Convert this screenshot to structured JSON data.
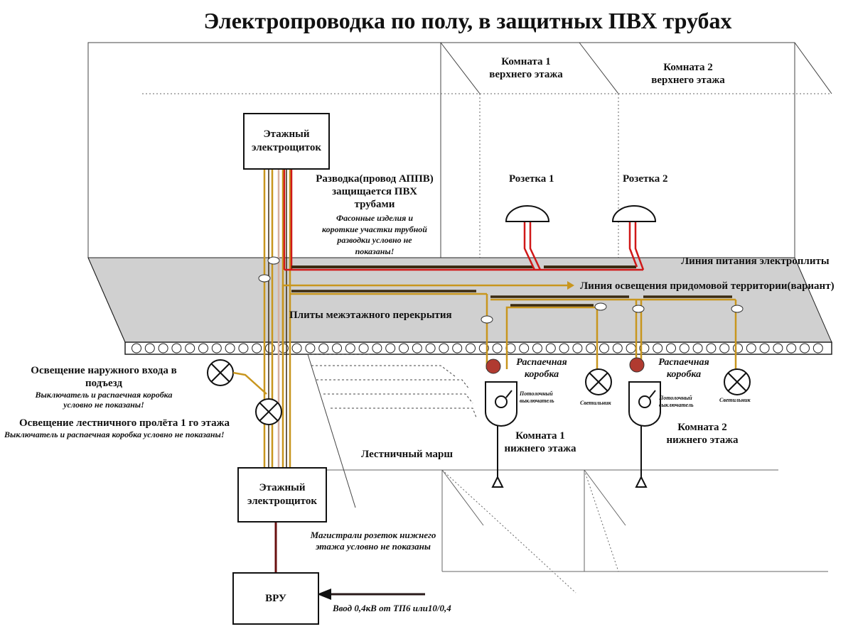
{
  "title": "Электропроводка по полу, в защитных ПВХ трубах",
  "rooms": {
    "upper1": [
      "Комната 1",
      "верхнего этажа"
    ],
    "upper2": [
      "Комната 2",
      "верхнего этажа"
    ],
    "lower1": [
      "Комната 1",
      "нижнего этажа"
    ],
    "lower2": [
      "Комната 2",
      "нижнего этажа"
    ]
  },
  "panels": {
    "upper": [
      "Этажный",
      "электрощиток"
    ],
    "lower": [
      "Этажный",
      "электрощиток"
    ],
    "vru": "ВРУ"
  },
  "sockets": {
    "s1": "Розетка 1",
    "s2": "Розетка 2"
  },
  "wiring_note": [
    "Разводка(провод АППВ)",
    "защищается ПВХ",
    "трубами"
  ],
  "fittings_note": [
    "Фасонные изделия и",
    "короткие участки трубной",
    "разводки условно не",
    "показаны!"
  ],
  "lines": {
    "stove": "Линия питания электроплиты",
    "yard": "Линия освещения придомовой территории(вариант)"
  },
  "slab": "Плиты межэтажного перекрытия",
  "junction": {
    "a": [
      "Распаечная",
      "коробка"
    ],
    "b": [
      "Распаечная",
      "коробка"
    ]
  },
  "switch_label": [
    "Потолочный",
    "выключатель"
  ],
  "lamp_label": "Светильник",
  "outdoor": {
    "title": [
      "Освещение наружного входа в",
      "подъезд"
    ],
    "note": [
      "Выключатель и распаечная коробка",
      "условно не показаны!"
    ]
  },
  "stair_light": {
    "title": "Освещение лестничного пролёта 1 го этажа",
    "note": "Выключатель и распаечная коробка условно не показаны!"
  },
  "staircase": "Лестничный марш",
  "mains_note": [
    "Магистрали розеток нижнего",
    "этажа условно не показаны"
  ],
  "input": "Ввод 0,4кВ от ТП6 или10/0,4",
  "colors": {
    "phase": "#d01818",
    "light": "#c8961e",
    "pipe": "#3a2a10",
    "slab": "#d0d0d0",
    "junction": "#b03a30"
  }
}
